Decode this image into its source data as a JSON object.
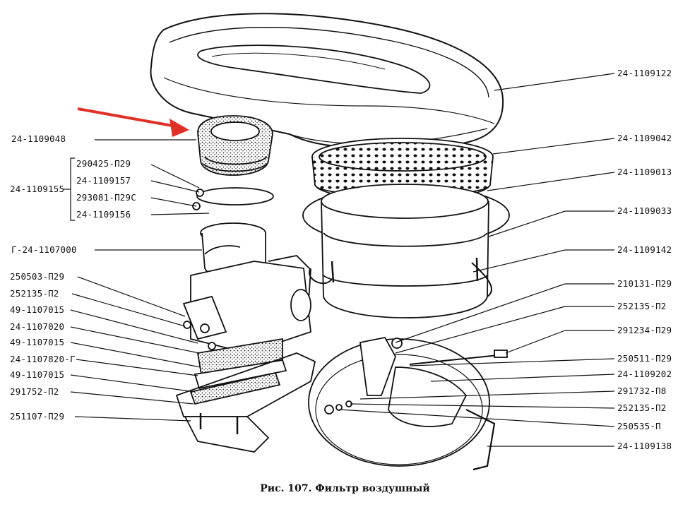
{
  "caption": "Рис. 107. Фильтр воздушный",
  "colors": {
    "ink": "#111111",
    "arrow": "#e03127",
    "paper": "#ffffff"
  },
  "labels_left": [
    {
      "id": "l-24-1109048",
      "text": "24-1109048"
    },
    {
      "id": "l-24-1109155",
      "text": "24-1109155"
    },
    {
      "id": "l-290425",
      "text": "290425-П29"
    },
    {
      "id": "l-24-1109157",
      "text": "24-1109157"
    },
    {
      "id": "l-293081",
      "text": "293081-П29С"
    },
    {
      "id": "l-24-1109156",
      "text": "24-1109156"
    },
    {
      "id": "l-g24-1107000",
      "text": "Г-24-1107000"
    },
    {
      "id": "l-250503",
      "text": "250503-П29"
    },
    {
      "id": "l-252135a",
      "text": "252135-П2"
    },
    {
      "id": "l-49-1107015a",
      "text": "49-1107015"
    },
    {
      "id": "l-24-1107020",
      "text": "24-1107020"
    },
    {
      "id": "l-49-1107015b",
      "text": "49-1107015"
    },
    {
      "id": "l-24-1107820",
      "text": "24-1107820-Г"
    },
    {
      "id": "l-49-1107015c",
      "text": "49-1107015"
    },
    {
      "id": "l-291752",
      "text": "291752-П2"
    },
    {
      "id": "l-251107",
      "text": "251107-П29"
    }
  ],
  "labels_right": [
    {
      "id": "r-24-1109122",
      "text": "24-1109122"
    },
    {
      "id": "r-24-1109042",
      "text": "24-1109042"
    },
    {
      "id": "r-24-1109013",
      "text": "24-1109013"
    },
    {
      "id": "r-24-1109033",
      "text": "24-1109033"
    },
    {
      "id": "r-24-1109142",
      "text": "24-1109142"
    },
    {
      "id": "r-210131",
      "text": "210131-П29"
    },
    {
      "id": "r-252135b",
      "text": "252135-П2"
    },
    {
      "id": "r-291234",
      "text": "291234-П29"
    },
    {
      "id": "r-250511",
      "text": "250511-П29"
    },
    {
      "id": "r-24-1109202",
      "text": "24-1109202"
    },
    {
      "id": "r-291732",
      "text": "291732-П8"
    },
    {
      "id": "r-252135c",
      "text": "252135-П2"
    },
    {
      "id": "r-250535",
      "text": "250535-П"
    },
    {
      "id": "r-24-1109138",
      "text": "24-1109138"
    }
  ]
}
